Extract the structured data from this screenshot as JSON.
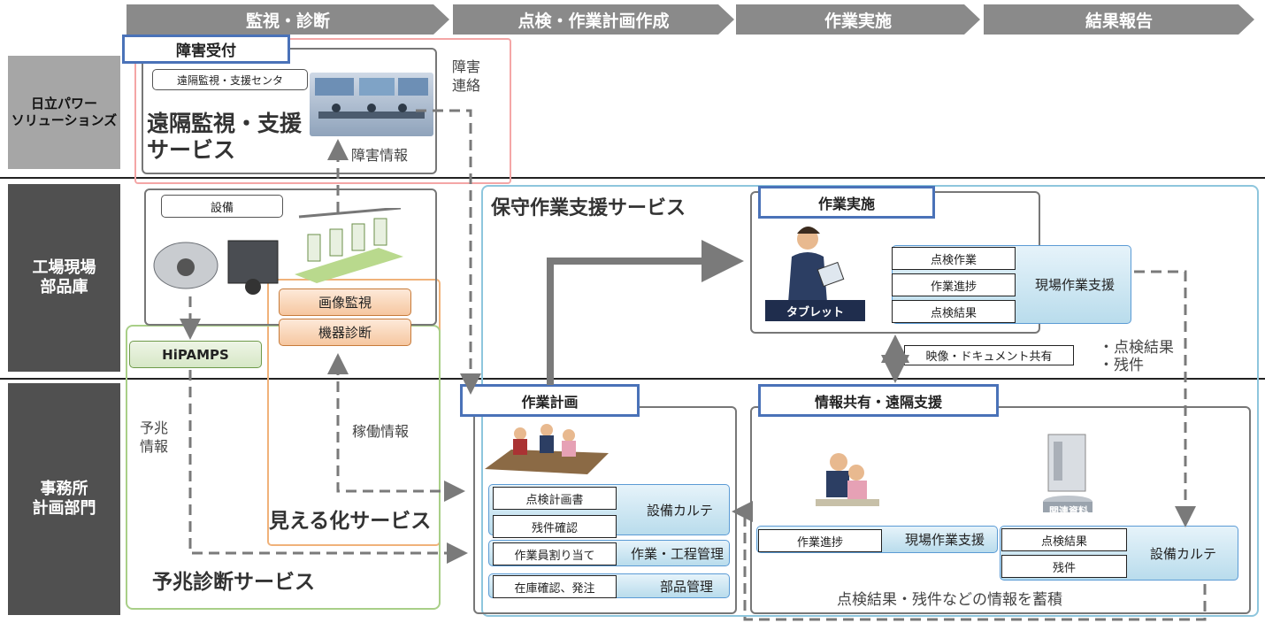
{
  "phases": [
    "監視・診断",
    "点検・作業計画作成",
    "作業実施",
    "結果報告"
  ],
  "rows": {
    "hitachi": "日立パワー\nソリューションズ",
    "factory": "工場現場\n部品庫",
    "office": "事務所\n計画部門"
  },
  "remote": {
    "fault_reception": "障害受付",
    "center_label": "遠隔監視・支援センタ",
    "service_title": "遠隔監視・支援\nサービス",
    "fault_info": "障害情報",
    "fault_contact": "障害\n連絡"
  },
  "equipment": {
    "label": "設備",
    "image_monitoring": "画像監視",
    "device_diagnosis": "機器診断",
    "hipamps": "HiPAMPS"
  },
  "visualization": {
    "operation_info": "稼働情報",
    "service_title": "見える化サービス"
  },
  "predictive": {
    "sign_info": "予兆\n情報",
    "service_title": "予兆診断サービス"
  },
  "maintenance": {
    "service_title": "保守作業支援サービス",
    "work_execution": "作業実施",
    "tablet_label": "タブレット",
    "cells": [
      "点検作業",
      "作業進捗",
      "点検結果"
    ],
    "field_support": "現場作業支援",
    "video_doc_share": "映像・ドキュメント共有",
    "report_items": "・点検結果\n・残件"
  },
  "planning": {
    "title": "作業計画",
    "rows": [
      {
        "cell": "点検計画書",
        "system": "設備カルテ"
      },
      {
        "cell": "残件確認",
        "system": ""
      },
      {
        "cell": "作業員割り当て",
        "system": "作業・工程管理"
      },
      {
        "cell": "在庫確認、発注",
        "system": "部品管理"
      }
    ]
  },
  "sharing": {
    "title": "情報共有・遠隔支援",
    "progress_cell": "作業進捗",
    "field_support": "現場作業支援",
    "related_docs": "関連資料",
    "result_cells": [
      "点検結果",
      "残件"
    ],
    "equipment_record": "設備カルテ",
    "accumulate_note": "点検結果・残件などの情報を蓄積"
  },
  "colors": {
    "phase_arrow": "#8a8a8a",
    "row_dark": "#505050",
    "row_light": "#a6a6a6",
    "title_border": "#4a72b8",
    "maintenance_border": "#8ec6dd",
    "visualization_border": "#f0b27a",
    "predictive_border": "#a9cf88",
    "remote_border": "#f4a6a6"
  }
}
